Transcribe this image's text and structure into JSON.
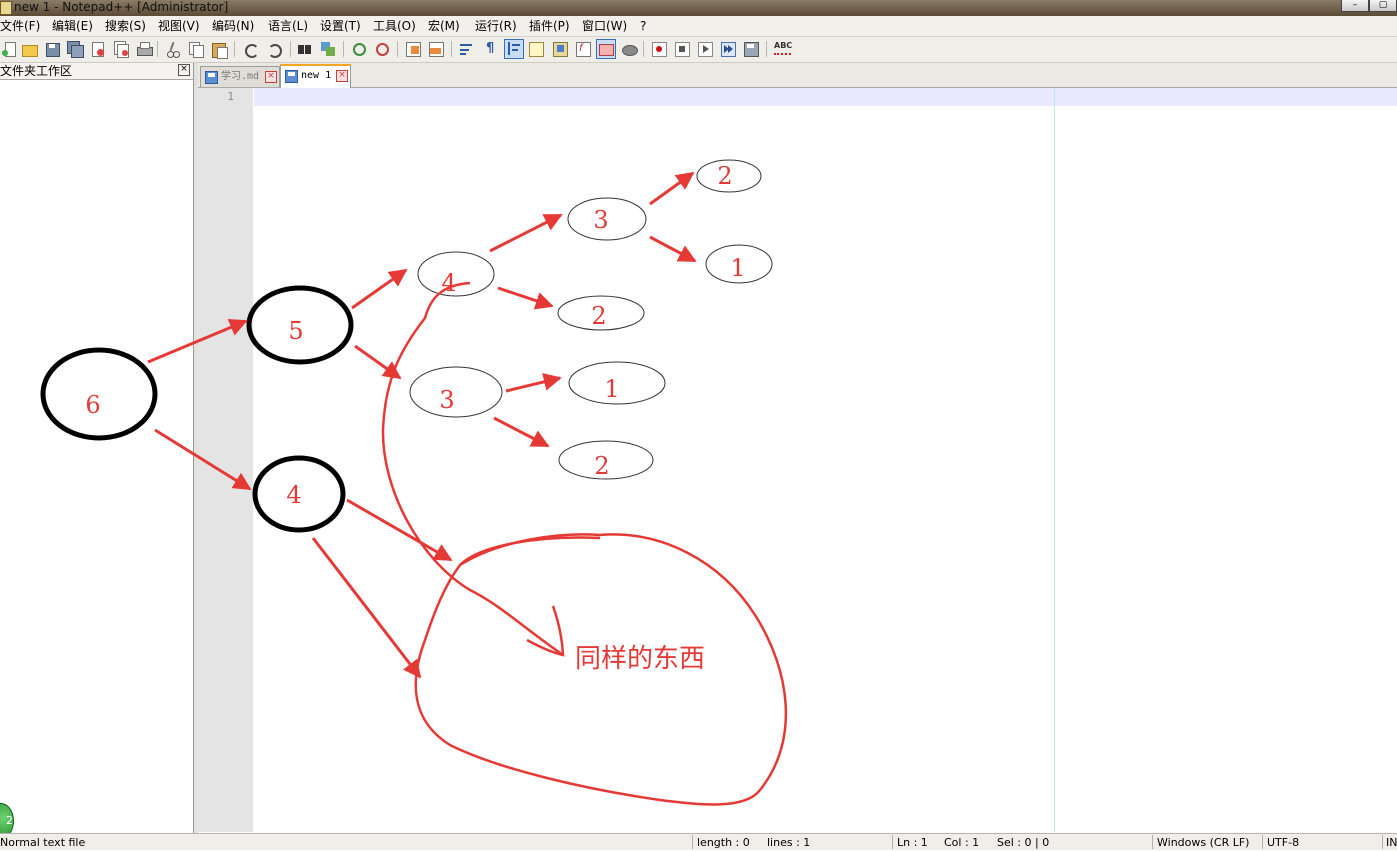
{
  "window": {
    "title": "new 1 - Notepad++ [Administrator]",
    "controls": [
      "–",
      "▢"
    ]
  },
  "menu": [
    "文件(F)",
    "编辑(E)",
    "搜索(S)",
    "视图(V)",
    "编码(N)",
    "语言(L)",
    "设置(T)",
    "工具(O)",
    "宏(M)",
    "运行(R)",
    "插件(P)",
    "窗口(W)",
    "?"
  ],
  "toolbar": {
    "icons": [
      "new-file-icon",
      "open-file-icon",
      "save-icon",
      "save-all-icon",
      "close-icon",
      "close-all-icon",
      "print-icon",
      "cut-icon",
      "copy-icon",
      "paste-icon",
      "undo-icon",
      "redo-icon",
      "find-icon",
      "replace-icon",
      "zoom-in-icon",
      "zoom-out-icon",
      "sync-vertical-icon",
      "sync-horizontal-icon",
      "word-wrap-icon",
      "show-all-chars-icon",
      "indent-guide-icon",
      "udl-icon",
      "doc-map-icon",
      "function-list-icon",
      "folder-workspace-icon",
      "monitoring-icon",
      "record-macro-icon",
      "stop-macro-icon",
      "play-macro-icon",
      "run-macro-multiple-icon",
      "save-macro-icon",
      "spell-check-icon"
    ],
    "spell_label": "ABC"
  },
  "folder_panel": {
    "title": "文件夹工作区",
    "close": "×"
  },
  "tabs": [
    {
      "label": "学习.md",
      "active": false
    },
    {
      "label": "new 1",
      "active": true
    }
  ],
  "editor": {
    "line_numbers": [
      "1"
    ]
  },
  "annotation": {
    "nodes": [
      "6",
      "5",
      "4",
      "4",
      "3",
      "3",
      "2",
      "1",
      "2",
      "1",
      "2"
    ],
    "note": "同样的东西"
  },
  "status": {
    "file_type": "Normal text file",
    "length": "length : 0",
    "lines": "lines : 1",
    "ln": "Ln : 1",
    "col": "Col : 1",
    "sel": "Sel : 0 | 0",
    "eol": "Windows (CR LF)",
    "encoding": "UTF-8",
    "mode": "IN"
  },
  "taskbar_badge": "2",
  "colors": {
    "annotation_red": "#e53935",
    "bold_circle": "#000000",
    "tab_accent": "#f5a623",
    "current_line": "#e8e8ff"
  }
}
